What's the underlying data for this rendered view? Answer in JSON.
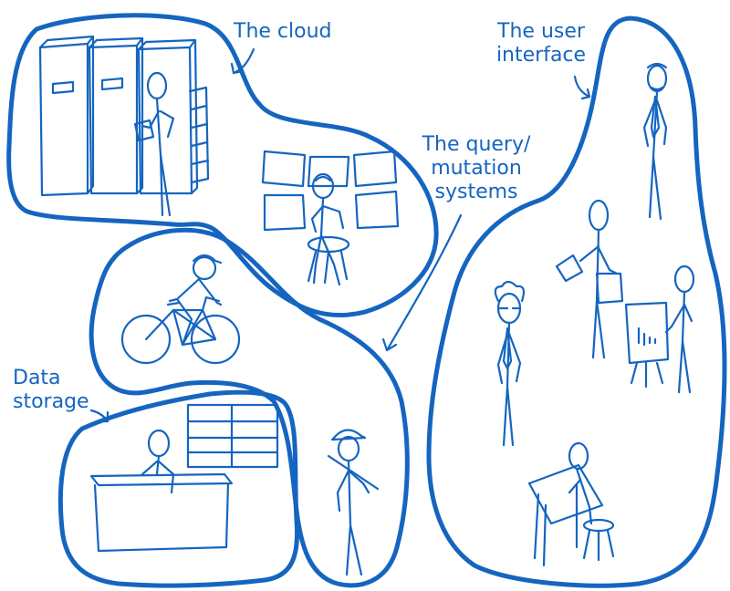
{
  "colors": {
    "ink": "#1565c0",
    "outline": "#1565c0",
    "background": "#ffffff"
  },
  "labels": {
    "cloud": "The cloud",
    "user_interface": [
      "The user",
      "interface"
    ],
    "query_mutation": [
      "The query/",
      "mutation",
      "systems"
    ],
    "data_storage": [
      "Data",
      "storage"
    ]
  },
  "regions": [
    {
      "id": "cloud",
      "label_ref": "cloud"
    },
    {
      "id": "user-interface",
      "label_ref": "user_interface"
    },
    {
      "id": "query-mutation",
      "label_ref": "query_mutation"
    },
    {
      "id": "data-storage",
      "label_ref": "data_storage"
    }
  ],
  "figures": [
    {
      "name": "server-rack-icon",
      "region": "cloud"
    },
    {
      "name": "technician-with-clipboard-icon",
      "region": "cloud"
    },
    {
      "name": "monitor-wall-operator-icon",
      "region": "cloud"
    },
    {
      "name": "cyclist-icon",
      "region": "query-mutation"
    },
    {
      "name": "construction-worker-icon",
      "region": "query-mutation"
    },
    {
      "name": "desk-clerk-icon",
      "region": "data-storage"
    },
    {
      "name": "shelving-unit-icon",
      "region": "data-storage"
    },
    {
      "name": "business-person-icon",
      "region": "user-interface"
    },
    {
      "name": "person-holding-paper-icon",
      "region": "user-interface"
    },
    {
      "name": "presenter-with-chart-icon",
      "region": "user-interface"
    },
    {
      "name": "scientist-in-tie-icon",
      "region": "user-interface"
    },
    {
      "name": "designer-at-drafting-table-icon",
      "region": "user-interface"
    }
  ]
}
